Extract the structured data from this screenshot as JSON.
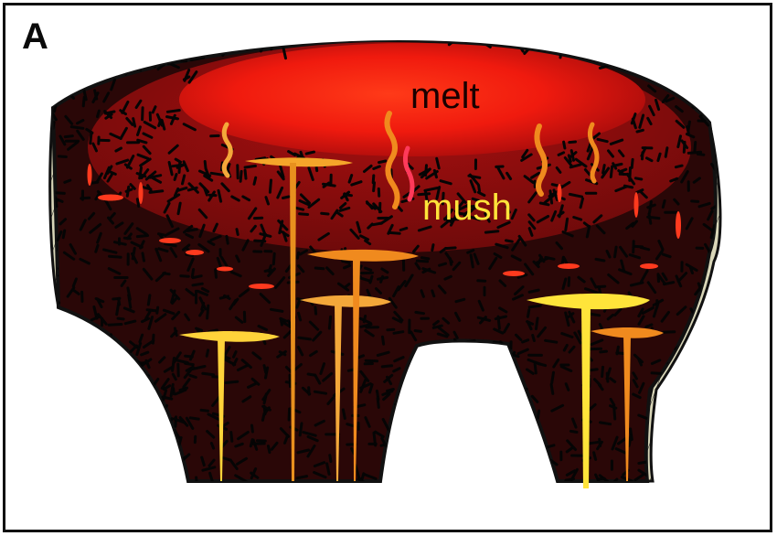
{
  "panel_label": "A",
  "labels": {
    "melt": "melt",
    "mush": "mush"
  },
  "colors": {
    "crust": "#2a0707",
    "mush_zone": "#8a0d0d",
    "melt_core": "#ff2a10",
    "country_rock": "#d9d6b8",
    "dike_yellow": "#ffe43a",
    "dike_orange": "#f08a1e",
    "lens_red": "#ff3a1e",
    "crystal": "#050505",
    "label_melt": "#1a0000",
    "label_mush": "#ffe43a"
  }
}
